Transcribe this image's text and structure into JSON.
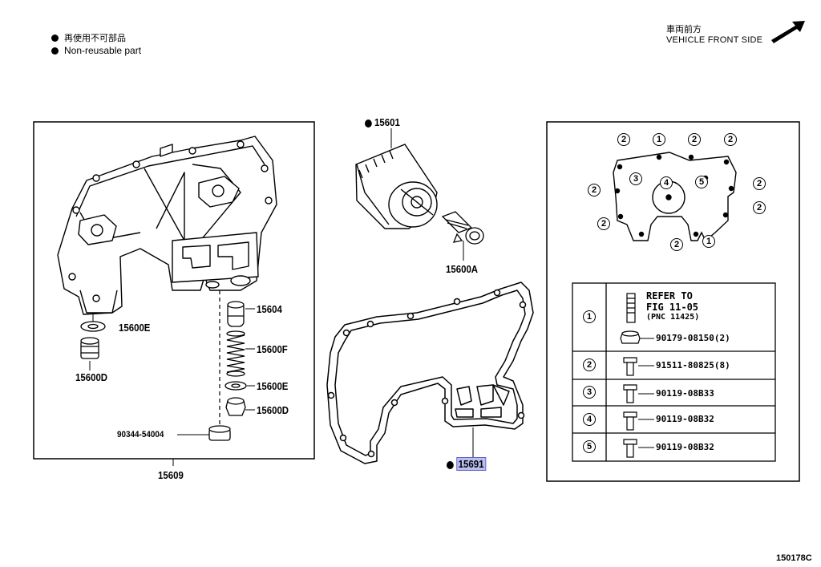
{
  "legend": {
    "japanese": "再使用不可部品",
    "english": "Non-reusable part"
  },
  "direction": {
    "japanese": "車両前方",
    "english": "VEHICLE FRONT SIDE"
  },
  "labels": {
    "p15601": "15601",
    "p15600A": "15600A",
    "p15604": "15604",
    "p15600E_left": "15600E",
    "p15600D_left": "15600D",
    "p15600F": "15600F",
    "p15600E_mid": "15600E",
    "p15600D_mid": "15600D",
    "p90344": "90344-54004",
    "p15609": "15609",
    "p15691": "15691"
  },
  "bolt_table": {
    "refer_line1": "REFER TO",
    "refer_line2": "FIG 11-05",
    "refer_line3": "(PNC 11425)",
    "rows": [
      {
        "num": "1",
        "part": "90179-08150(2)"
      },
      {
        "num": "2",
        "part": "91511-80825(8)"
      },
      {
        "num": "3",
        "part": "90119-08B33"
      },
      {
        "num": "4",
        "part": "90119-08B32"
      },
      {
        "num": "5",
        "part": "90119-08B32"
      }
    ]
  },
  "gasket_callouts": {
    "top": [
      "2",
      "1",
      "2",
      "2"
    ],
    "left": [
      "2",
      "2"
    ],
    "right": [
      "2",
      "2"
    ],
    "center": [
      "3",
      "4",
      "5"
    ],
    "bottom": [
      "2",
      "1"
    ]
  },
  "figure_code": "150178C"
}
